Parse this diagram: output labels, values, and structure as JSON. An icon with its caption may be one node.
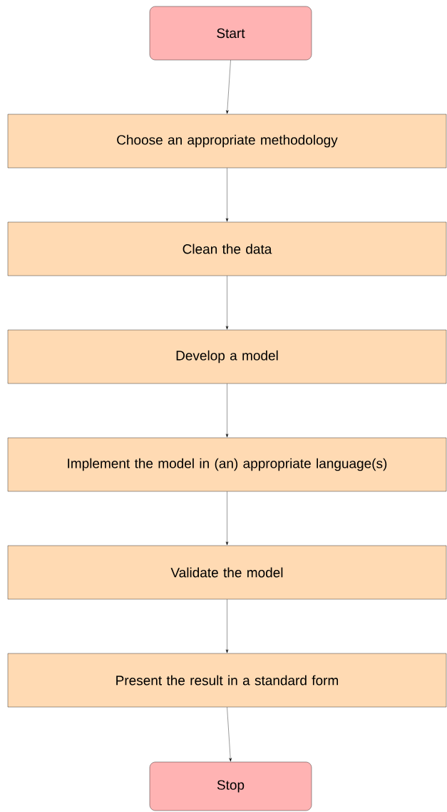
{
  "diagram": {
    "nodes": [
      {
        "text": [
          "Start"
        ]
      },
      {
        "text": [
          "Choose an appropriate methodology"
        ]
      },
      {
        "text": [
          "Clean the data"
        ]
      },
      {
        "text": [
          "Develop a model"
        ]
      },
      {
        "text": [
          "Implement the model in (an) appropriate language(s)"
        ]
      },
      {
        "text": [
          "Validate the model"
        ]
      },
      {
        "text": [
          "Present the result in a standard form"
        ]
      },
      {
        "text": [
          "Stop"
        ]
      }
    ],
    "edges": [
      {
        "from": 0,
        "to": 1,
        "arrow": "to"
      },
      {
        "from": 1,
        "to": 2,
        "arrow": "to"
      },
      {
        "from": 2,
        "to": 3,
        "arrow": "to"
      },
      {
        "from": 3,
        "to": 4,
        "arrow": "to"
      },
      {
        "from": 4,
        "to": 5,
        "arrow": "to"
      },
      {
        "from": 5,
        "to": 6,
        "arrow": "to"
      },
      {
        "from": 6,
        "to": 7,
        "arrow": "to"
      }
    ]
  }
}
